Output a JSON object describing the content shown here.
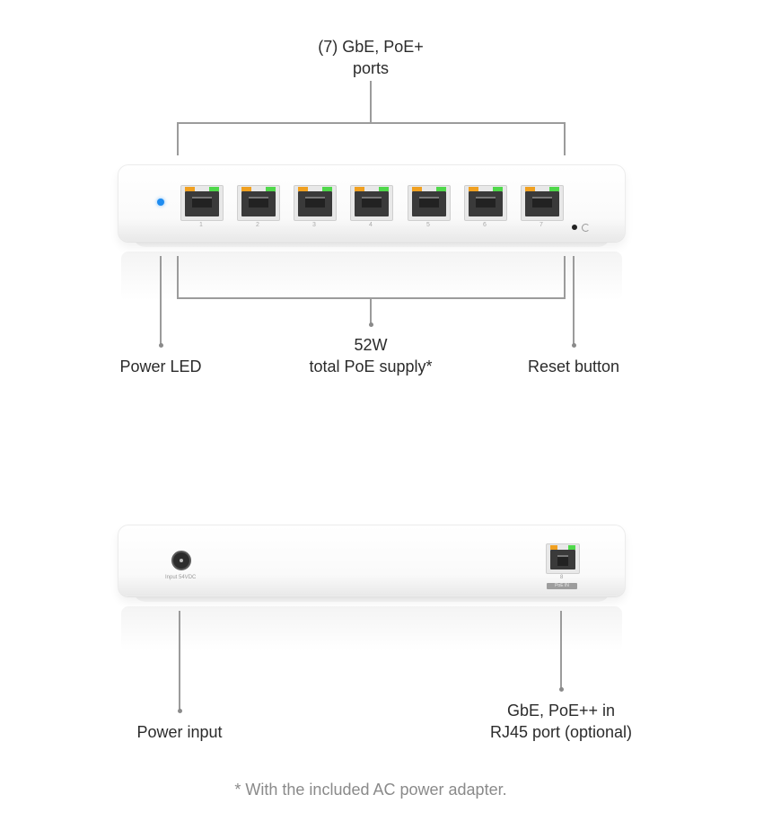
{
  "top_view": {
    "ports_label_line1": "(7) GbE, PoE+",
    "ports_label_line2": "ports",
    "power_led_label": "Power LED",
    "poe_supply_line1": "52W",
    "poe_supply_line2": "total PoE supply*",
    "reset_label": "Reset button",
    "port_numbers": [
      "1",
      "2",
      "3",
      "4",
      "5",
      "6",
      "7"
    ]
  },
  "back_view": {
    "power_input_label": "Power input",
    "power_input_small": "Input 54VDC",
    "uplink_label_line1": "GbE, PoE++ in",
    "uplink_label_line2": "RJ45 port (optional)",
    "uplink_port_number": "8",
    "uplink_port_tag": "PoE IN"
  },
  "footnote": "* With the included AC power adapter.",
  "colors": {
    "led_blue": "#1e8cf0",
    "led_orange": "#f0a020",
    "led_green": "#4fd84a"
  }
}
